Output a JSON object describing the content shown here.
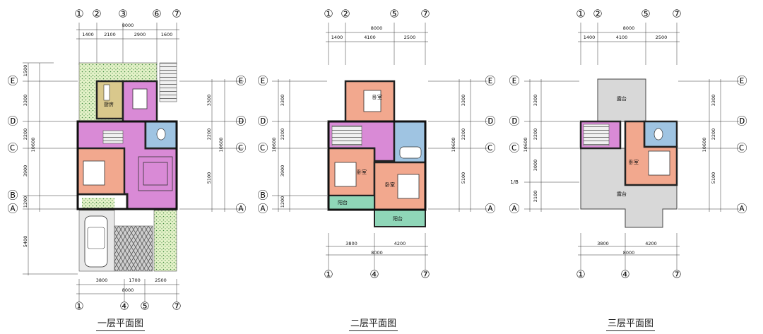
{
  "plans": [
    {
      "caption": "一层平面图",
      "top_axes": [
        "①",
        "②",
        "③",
        "⑥",
        "⑦"
      ],
      "top_total": "8000",
      "top_dims": [
        "1400",
        "2100",
        "2900",
        "1600"
      ],
      "bottom_axes": [
        "①",
        "④",
        "⑤",
        "⑦"
      ],
      "bottom_total": "8000",
      "bottom_dims": [
        "3800",
        "1700",
        "2500"
      ],
      "left_axes": [
        "Ⓔ",
        "Ⓓ",
        "Ⓒ",
        "Ⓑ",
        "Ⓐ"
      ],
      "left_dims": [
        "1500",
        "3300",
        "2200",
        "3900",
        "1200",
        "5400"
      ],
      "left_total": "10600",
      "right_axes": [
        "Ⓔ",
        "Ⓓ",
        "Ⓒ",
        "Ⓐ"
      ],
      "right_dims": [
        "3300",
        "2200",
        "5100"
      ],
      "right_total": "10600",
      "room_labels": [
        "厨房"
      ]
    },
    {
      "caption": "二层平面图",
      "top_axes": [
        "①",
        "②",
        "⑤",
        "⑦"
      ],
      "top_total": "8000",
      "top_dims": [
        "1400",
        "4100",
        "2500"
      ],
      "bottom_axes": [
        "①",
        "④",
        "⑦"
      ],
      "bottom_total": "8000",
      "bottom_dims": [
        "3800",
        "4200"
      ],
      "left_axes": [
        "Ⓔ",
        "Ⓓ",
        "Ⓒ",
        "Ⓑ",
        "Ⓐ"
      ],
      "left_dims": [
        "3300",
        "2200",
        "3900",
        "1200"
      ],
      "left_total": "10600",
      "right_axes": [
        "Ⓔ",
        "Ⓓ",
        "Ⓒ",
        "Ⓐ"
      ],
      "right_dims": [
        "3300",
        "2200",
        "5100"
      ],
      "right_total": "10600",
      "room_labels": [
        "卧室",
        "卧室",
        "卧室",
        "阳台",
        "阳台"
      ]
    },
    {
      "caption": "三层平面图",
      "top_axes": [
        "①",
        "②",
        "⑤",
        "⑦"
      ],
      "top_total": "8000",
      "top_dims": [
        "1400",
        "4100",
        "2500"
      ],
      "bottom_axes": [
        "①",
        "④",
        "⑦"
      ],
      "bottom_total": "8000",
      "bottom_dims": [
        "3800",
        "4200"
      ],
      "left_axes": [
        "Ⓔ",
        "Ⓓ",
        "Ⓒ",
        "1/B",
        "Ⓐ"
      ],
      "left_dims": [
        "3300",
        "2200",
        "3000",
        "2100"
      ],
      "left_total": "10600",
      "right_axes": [
        "Ⓔ",
        "Ⓓ",
        "Ⓒ",
        "Ⓐ"
      ],
      "right_dims": [
        "3300",
        "2200",
        "5100"
      ],
      "right_total": "10600",
      "room_labels": [
        "露台",
        "卧室",
        "露台"
      ]
    }
  ]
}
